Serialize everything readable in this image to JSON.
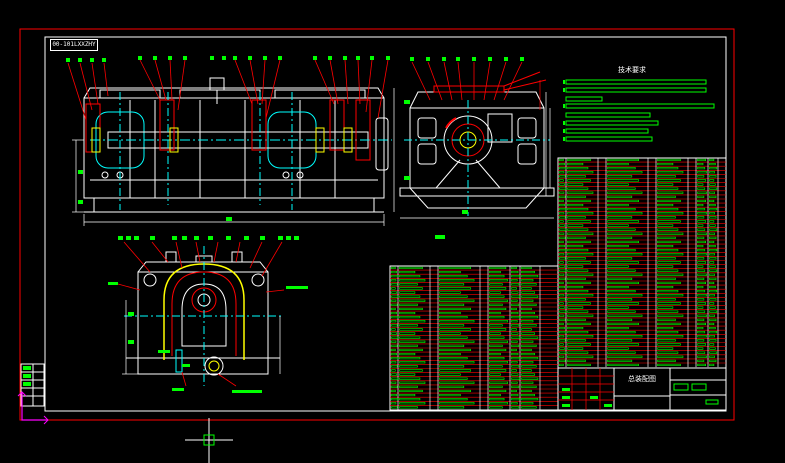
{
  "drawing": {
    "code_stamp": "00-101LXXZHY",
    "notes_title": "技术要求",
    "title_block_name": "总装配图"
  },
  "colors": {
    "background": "#000000",
    "frame": "#ff0000",
    "outline": "#ffffff",
    "centerline": "#00ffff",
    "text_green": "#00ff00",
    "section": "#ff0000",
    "hatch_yellow": "#ffff00",
    "ucs_icon": "#ff00ff"
  },
  "icons": {
    "ucs": "ucs-axis-icon",
    "crosshair": "crosshair-cursor-icon"
  }
}
